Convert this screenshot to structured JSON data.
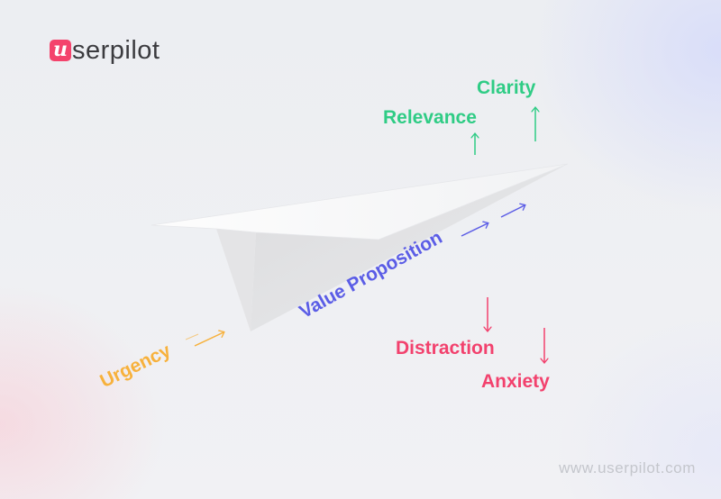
{
  "brand": {
    "logo_letter": "u",
    "logo_text": "serpilot",
    "website": "www.userpilot.com"
  },
  "labels": {
    "clarity": "Clarity",
    "relevance": "Relevance",
    "value_proposition": "Value Proposition",
    "urgency": "Urgency",
    "distraction": "Distraction",
    "anxiety": "Anxiety"
  },
  "colors": {
    "positive": "#2fcc85",
    "value": "#5b5de6",
    "urgency": "#f7b13c",
    "negative": "#f2416d",
    "brand": "#f4436c"
  }
}
